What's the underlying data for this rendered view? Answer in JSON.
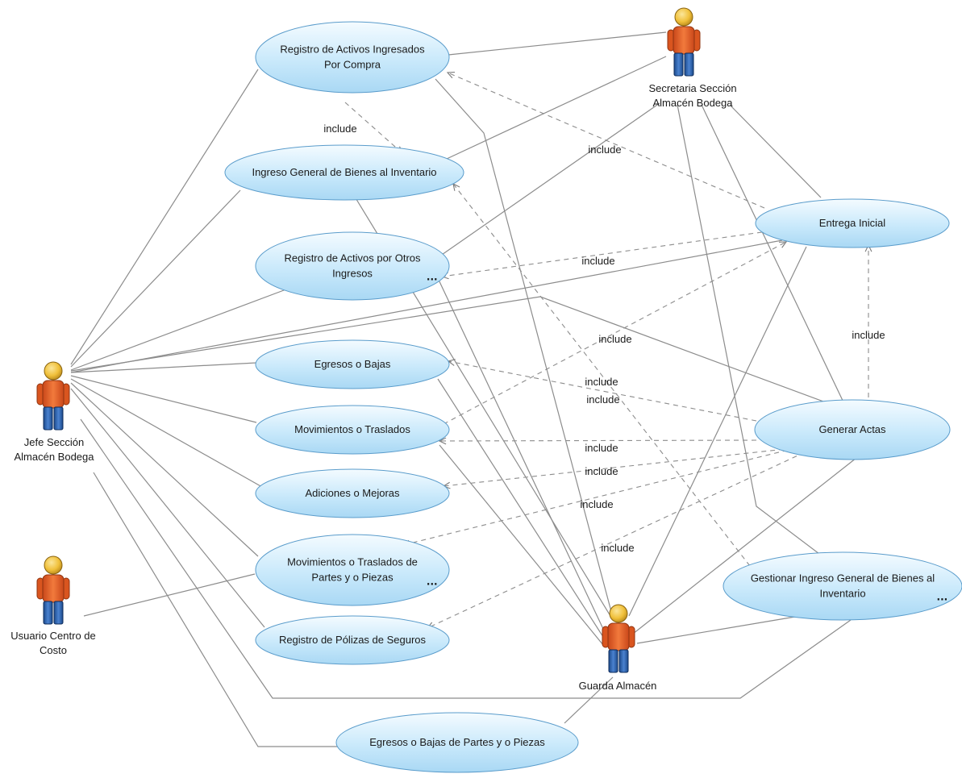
{
  "diagram": {
    "type": "uml-use-case",
    "colors": {
      "usecase_fill_top": "#f4fbff",
      "usecase_fill_bottom": "#a9d8f4",
      "usecase_stroke": "#5a9ccb",
      "line": "#8c8c8c",
      "actor_body": "#ee6a2f",
      "actor_head": "#f1c33a",
      "actor_legs": "#2a5fae"
    },
    "actors": [
      {
        "id": "secretaria",
        "label": [
          "Secretaria Sección",
          "Almacén Bodega"
        ]
      },
      {
        "id": "jefe",
        "label": [
          "Jefe Sección",
          "Almacén Bodega"
        ]
      },
      {
        "id": "usuario",
        "label": [
          "Usuario Centro de",
          "Costo"
        ]
      },
      {
        "id": "guarda",
        "label": [
          "Guarda Almacén"
        ]
      }
    ],
    "use_cases": [
      {
        "id": "uc1",
        "label": [
          "Registro de Activos Ingresados",
          "Por Compra"
        ],
        "more": false
      },
      {
        "id": "uc2",
        "label": [
          "Ingreso General de Bienes al Inventario"
        ],
        "more": false
      },
      {
        "id": "uc3",
        "label": [
          "Registro de Activos por Otros",
          "Ingresos"
        ],
        "more": true
      },
      {
        "id": "uc4",
        "label": [
          "Egresos o Bajas"
        ],
        "more": false
      },
      {
        "id": "uc5",
        "label": [
          "Movimientos o Traslados"
        ],
        "more": false
      },
      {
        "id": "uc6",
        "label": [
          "Adiciones o Mejoras"
        ],
        "more": false
      },
      {
        "id": "uc7",
        "label": [
          "Movimientos  o Traslados de",
          "Partes y o Piezas"
        ],
        "more": true
      },
      {
        "id": "uc8",
        "label": [
          "Registro de Pólizas de Seguros"
        ],
        "more": false
      },
      {
        "id": "uc9",
        "label": [
          "Egresos o Bajas de Partes y o Piezas"
        ],
        "more": false
      },
      {
        "id": "uc10",
        "label": [
          "Entrega Inicial"
        ],
        "more": false
      },
      {
        "id": "uc11",
        "label": [
          "Generar Actas"
        ],
        "more": false
      },
      {
        "id": "uc12",
        "label": [
          "Gestionar Ingreso General de Bienes al",
          "Inventario"
        ],
        "more": true
      }
    ],
    "more_glyph": "...",
    "include_label": "include",
    "associations": [
      [
        "jefe",
        "uc1"
      ],
      [
        "jefe",
        "uc2"
      ],
      [
        "jefe",
        "uc3"
      ],
      [
        "jefe",
        "uc4"
      ],
      [
        "jefe",
        "uc5"
      ],
      [
        "jefe",
        "uc6"
      ],
      [
        "jefe",
        "uc7"
      ],
      [
        "jefe",
        "uc8"
      ],
      [
        "jefe",
        "uc9"
      ],
      [
        "jefe",
        "uc10"
      ],
      [
        "jefe",
        "uc11"
      ],
      [
        "jefe",
        "uc12"
      ],
      [
        "secretaria",
        "uc1"
      ],
      [
        "secretaria",
        "uc2"
      ],
      [
        "secretaria",
        "uc3"
      ],
      [
        "secretaria",
        "uc10"
      ],
      [
        "secretaria",
        "uc11"
      ],
      [
        "secretaria",
        "uc12"
      ],
      [
        "guarda",
        "uc1"
      ],
      [
        "guarda",
        "uc2"
      ],
      [
        "guarda",
        "uc3"
      ],
      [
        "guarda",
        "uc4"
      ],
      [
        "guarda",
        "uc5"
      ],
      [
        "guarda",
        "uc10"
      ],
      [
        "guarda",
        "uc11"
      ],
      [
        "guarda",
        "uc12"
      ],
      [
        "guarda",
        "uc9"
      ],
      [
        "usuario",
        "uc7"
      ]
    ],
    "includes": [
      {
        "from": "uc1",
        "to": "uc2",
        "label": "include"
      },
      {
        "from": "uc10",
        "to": "uc1",
        "label": "include"
      },
      {
        "from": "uc10",
        "to": "uc3",
        "label": "include"
      },
      {
        "from": "uc5",
        "to": "uc10",
        "label": "include"
      },
      {
        "from": "uc11",
        "to": "uc10",
        "label": "include"
      },
      {
        "from": "uc11",
        "to": "uc4",
        "label": "include"
      },
      {
        "from": "uc12",
        "to": "uc2",
        "label": "include"
      },
      {
        "from": "uc11",
        "to": "uc5",
        "label": "include"
      },
      {
        "from": "uc11",
        "to": "uc6",
        "label": "include"
      },
      {
        "from": "uc11",
        "to": "uc7",
        "label": "include"
      },
      {
        "from": "uc11",
        "to": "uc8",
        "label": "include"
      }
    ]
  }
}
